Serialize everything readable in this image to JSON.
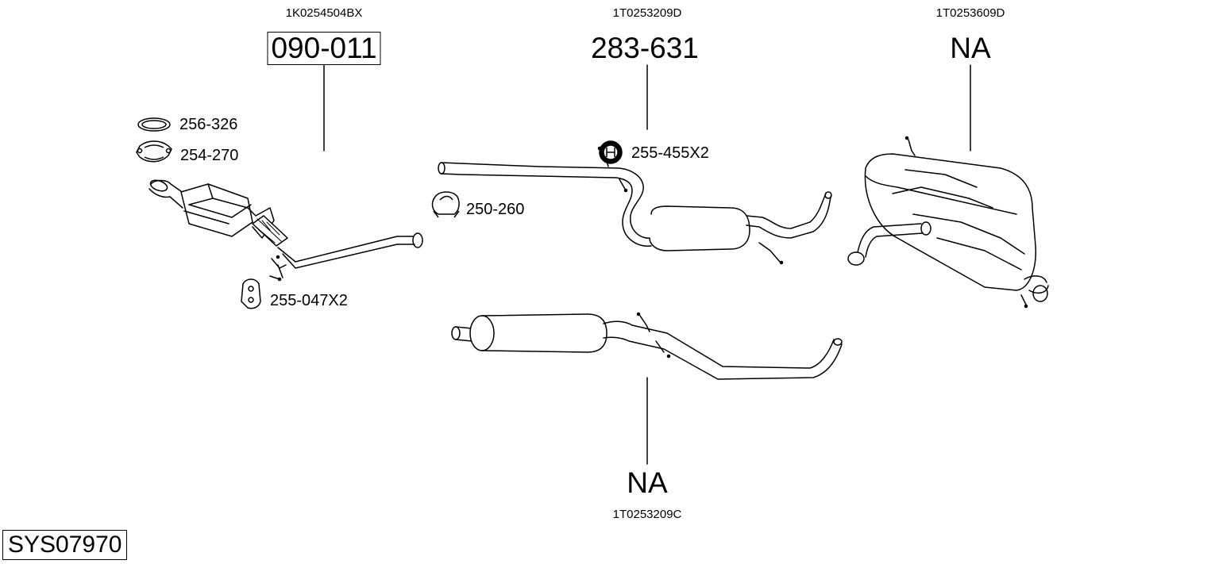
{
  "diagram": {
    "system_code": "SYS07970",
    "parts": [
      {
        "oem": "1K0254504BX",
        "number": "090-011",
        "name": "catalytic-converter"
      },
      {
        "oem": "1T0253209D",
        "number": "283-631",
        "name": "middle-silencer-upper"
      },
      {
        "oem": "1T0253609D",
        "number": "NA",
        "name": "rear-silencer"
      },
      {
        "oem": "1T0253209C",
        "number": "NA",
        "name": "middle-silencer-lower"
      }
    ],
    "accessories": [
      {
        "label": "256-326",
        "icon": "gasket-ring-icon"
      },
      {
        "label": "254-270",
        "icon": "clamp-icon"
      },
      {
        "label": "250-260",
        "icon": "pipe-clamp-icon"
      },
      {
        "label": "255-455X2",
        "icon": "rubber-mount-icon"
      },
      {
        "label": "255-047X2",
        "icon": "hanger-mount-icon"
      }
    ]
  }
}
